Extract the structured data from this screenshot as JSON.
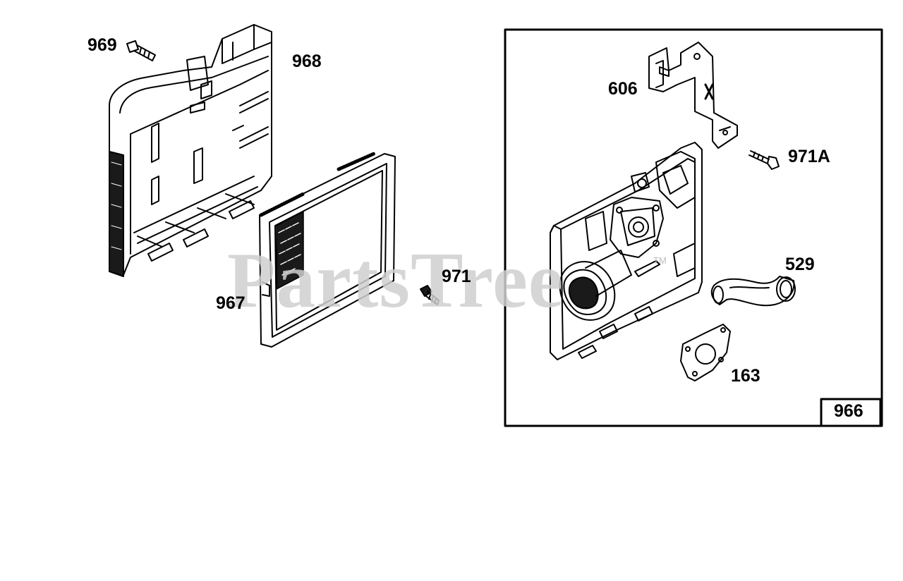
{
  "diagram": {
    "watermark": "PartsTree",
    "trademark": "TM",
    "kit_box_label": "966",
    "callouts": {
      "bolt_top": "969",
      "air_cleaner_base": "968",
      "air_filter": "967",
      "screw": "971",
      "bracket": "606",
      "kit_screw": "971A",
      "elbow": "529",
      "gasket": "163"
    }
  },
  "colors": {
    "line": "#000000",
    "shade": "#1a1a1a",
    "watermark": "#cfcfcf"
  }
}
